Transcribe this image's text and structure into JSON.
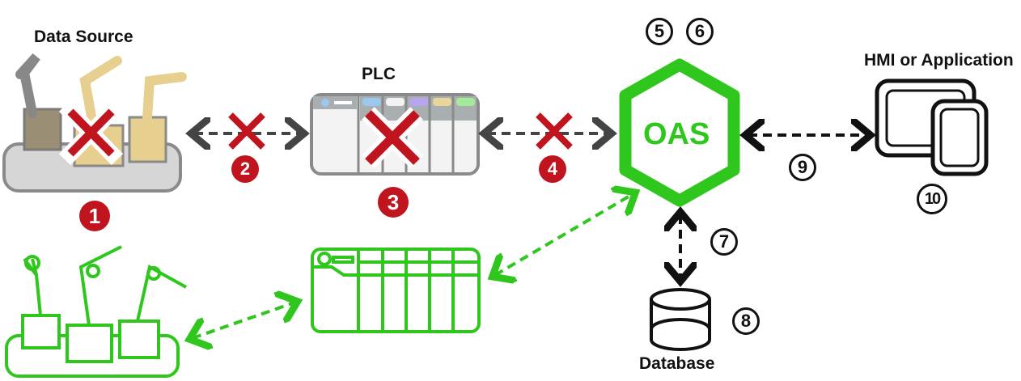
{
  "labels": {
    "data_source": "Data Source",
    "plc": "PLC",
    "oas": "OAS",
    "hmi": "HMI or Application",
    "database": "Database"
  },
  "steps": {
    "s1": "1",
    "s2": "2",
    "s3": "3",
    "s4": "4",
    "s5": "5",
    "s6": "6",
    "s7": "7",
    "s8": "8",
    "s9": "9",
    "s10": "10"
  },
  "colors": {
    "failure_red": "#c0141e",
    "oas_green": "#2fc71d",
    "line_dark": "#111111",
    "disabled_gray": "#8a8a8a"
  },
  "failure_markers": [
    "data-source",
    "link-source-plc",
    "plc",
    "link-plc-oas"
  ],
  "redundant_path": [
    "backup-data-source",
    "backup-plc",
    "oas"
  ]
}
